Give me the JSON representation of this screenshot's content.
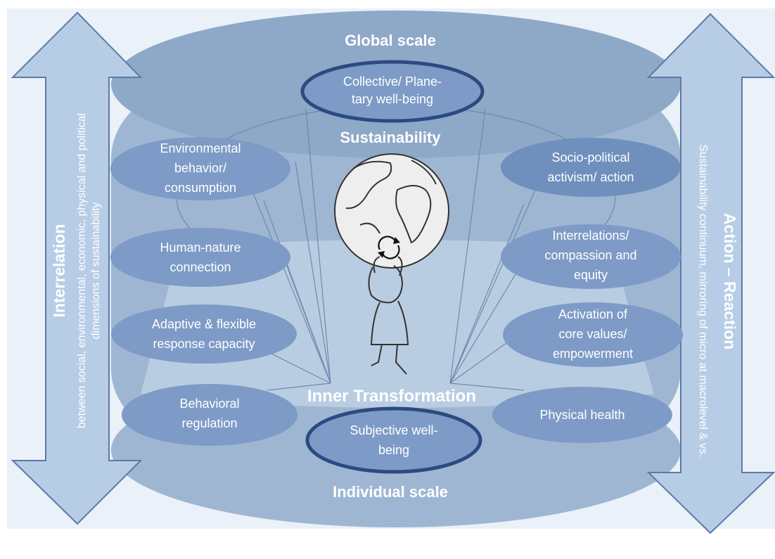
{
  "colors": {
    "panel_bg": "#eaf1f8",
    "cylinder": "#9eb6d2",
    "cylinder_top": "#8ea8c8",
    "inner_floor": "#b9cde2",
    "ellipse_fill": "#7d9bc6",
    "ellipse_dark": "#6f8fbd",
    "ellipse_stroke": "#2c4a80",
    "arrow_fill": "#b7cde6",
    "arrow_stroke": "#5b7aa6",
    "white_text": "#ffffff",
    "globe_fill": "#eeeeee",
    "line_dark": "#333333"
  },
  "icons": {
    "globe": "globe-icon",
    "cycle": "cycle-arrows-icon",
    "person": "person-holding-globe-icon"
  },
  "labels": {
    "global_scale": "Global scale",
    "individual_scale": "Individual scale",
    "sustainability": "Sustainability",
    "inner_transformation": "Inner Transformation"
  },
  "top_node": {
    "line1": "Collective/ Plane-",
    "line2": "tary  well-being"
  },
  "bottom_node": {
    "line1": "Subjective well-",
    "line2": "being"
  },
  "left_nodes": [
    {
      "lines": [
        "Environmental",
        "behavior/",
        "consumption"
      ]
    },
    {
      "lines": [
        "Human-nature",
        "connection"
      ]
    },
    {
      "lines": [
        "Adaptive & flexible",
        "response capacity"
      ]
    },
    {
      "lines": [
        "Behavioral",
        "regulation"
      ]
    }
  ],
  "right_nodes": [
    {
      "lines": [
        "Socio-political",
        "activism/ action"
      ]
    },
    {
      "lines": [
        "Interrelations/",
        "compassion and",
        "equity"
      ]
    },
    {
      "lines": [
        "Activation of",
        "core values/",
        "empowerment"
      ]
    },
    {
      "lines": [
        "Physical health"
      ]
    }
  ],
  "left_arrow": {
    "title": "Interrelation",
    "subtitle_line1": "between social, environmental, economic, physical and political",
    "subtitle_line2": "dimensions of sustainability"
  },
  "right_arrow": {
    "title": "Action – Reaction",
    "subtitle": "Sustainability continuum, mirroring of micro at macrolevel & vs."
  }
}
